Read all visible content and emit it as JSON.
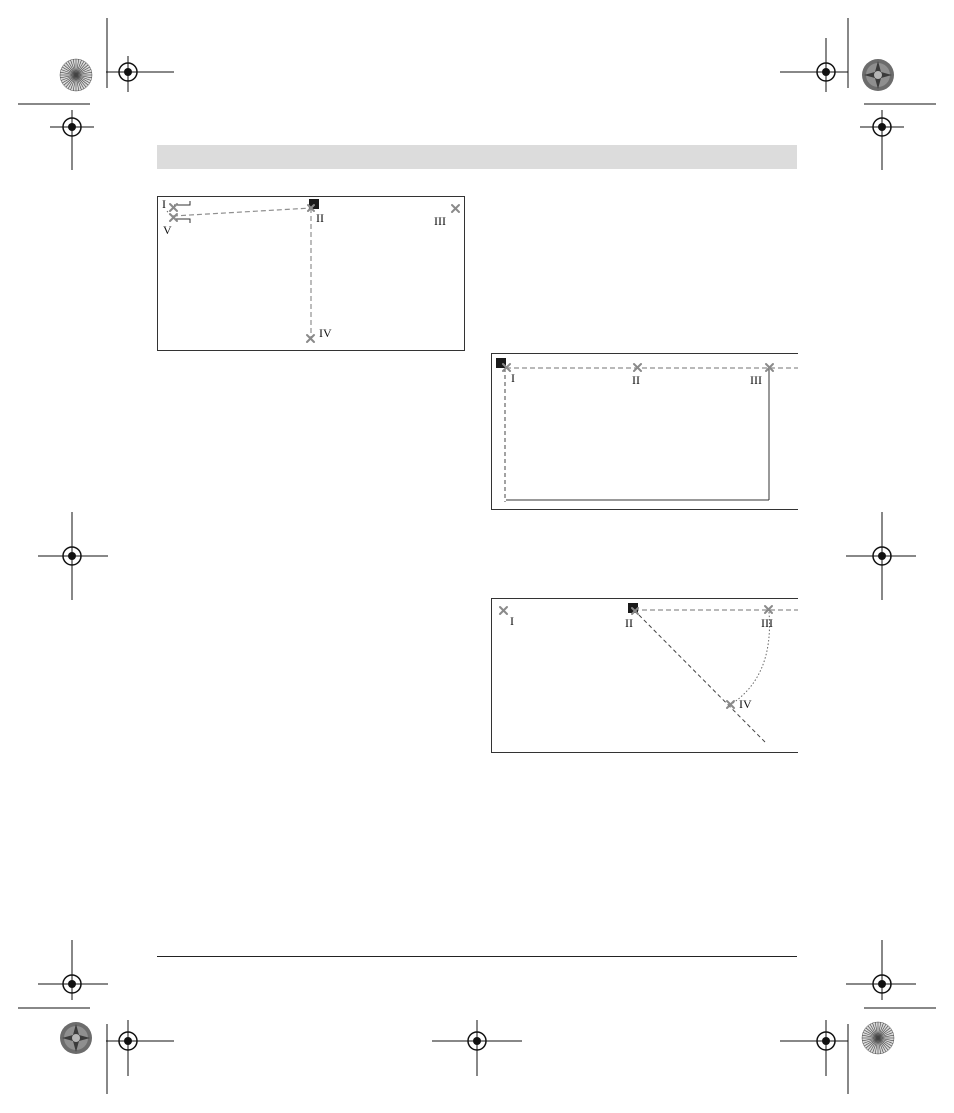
{
  "figure_a": {
    "labels": {
      "p1": "I",
      "p2": "II",
      "p3": "III",
      "p4": "IV",
      "p5": "V"
    }
  },
  "figure_b": {
    "labels": {
      "p1": "I",
      "p2": "II",
      "p3": "III"
    }
  },
  "figure_c": {
    "labels": {
      "p1": "I",
      "p2": "II",
      "p3": "III",
      "p4": "IV"
    }
  },
  "colors": {
    "header_bar": "#dcdcdc",
    "mark": "#8a8a8a",
    "laser_device": "#1a1a1a"
  },
  "icons": {
    "registration": "crosshair-circle-icon",
    "color_target": "starburst-target-icon",
    "measurement_point": "x-mark-icon",
    "device": "laser-square-icon"
  }
}
